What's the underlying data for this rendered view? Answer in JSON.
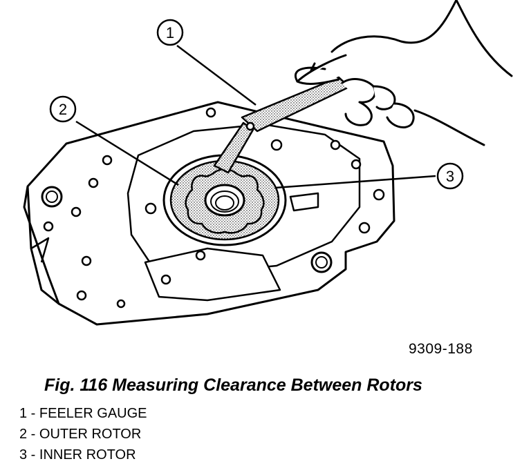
{
  "figure": {
    "callouts": [
      {
        "number": "1",
        "label": "FEELER GAUGE"
      },
      {
        "number": "2",
        "label": "OUTER ROTOR"
      },
      {
        "number": "3",
        "label": "INNER ROTOR"
      }
    ],
    "image_code": "9309-188",
    "caption": "Fig. 116 Measuring Clearance Between Rotors",
    "legend": [
      "1 - FEELER GAUGE",
      "2 - OUTER ROTOR",
      "3 - INNER ROTOR"
    ]
  }
}
